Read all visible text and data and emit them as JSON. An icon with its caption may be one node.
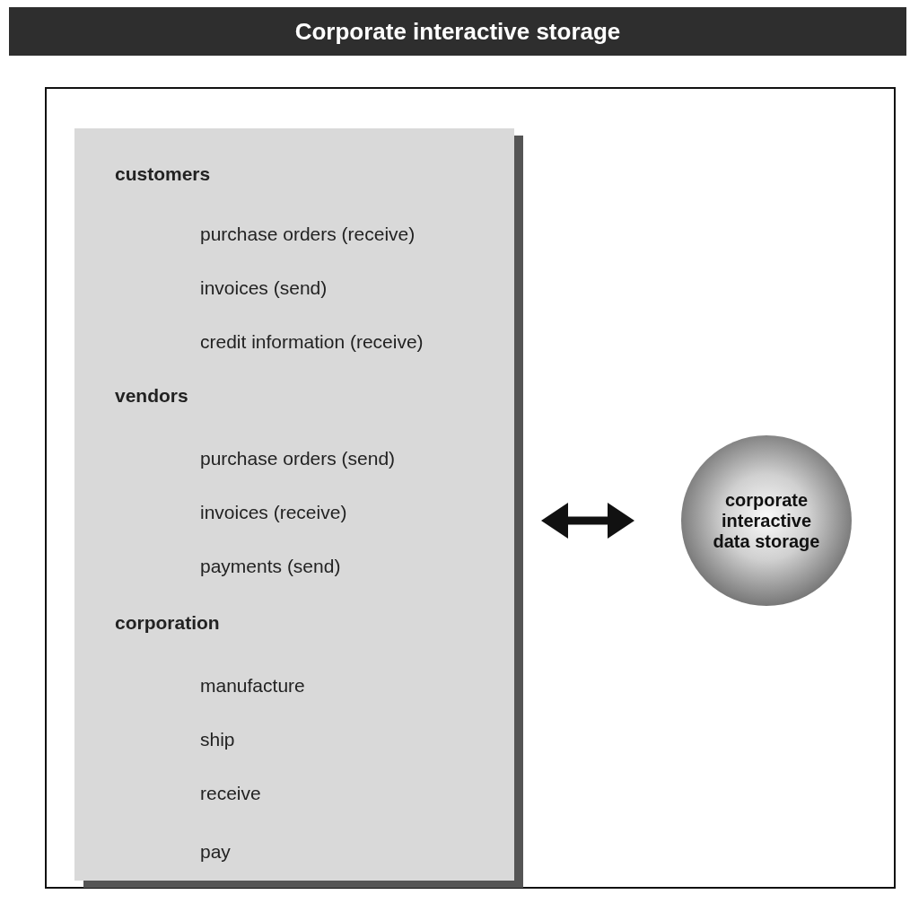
{
  "diagram": {
    "title": "Corporate interactive storage",
    "nodes": [
      {
        "text": [
          "customers",
          "purchase orders (receive)",
          "invoices (send)",
          "credit information (receive)",
          "vendors",
          "purchase orders (send)",
          "invoices (receive)",
          "payments (send)",
          "corporation",
          "manufacture",
          "ship",
          "receive",
          "pay"
        ]
      },
      {
        "text": [
          "corporate interactive data storage"
        ]
      }
    ],
    "edges": [
      {
        "from": 0,
        "to": 1,
        "arrow": "both"
      }
    ]
  }
}
